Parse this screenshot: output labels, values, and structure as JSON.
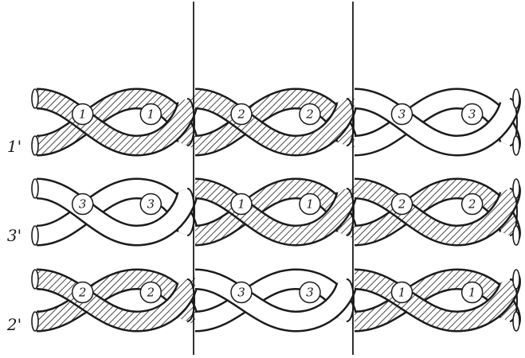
{
  "side_labels": [
    "1'",
    "3'",
    "2'"
  ],
  "strand_numbers": [
    "1",
    "2",
    "3"
  ],
  "panels": [
    {
      "rows": [
        "1",
        "3",
        "2"
      ]
    },
    {
      "rows": [
        "2",
        "1",
        "3"
      ]
    },
    {
      "rows": [
        "3",
        "2",
        "1"
      ]
    }
  ],
  "strand_styles": {
    "1": "hatched",
    "2": "hatched",
    "3": "plain"
  }
}
